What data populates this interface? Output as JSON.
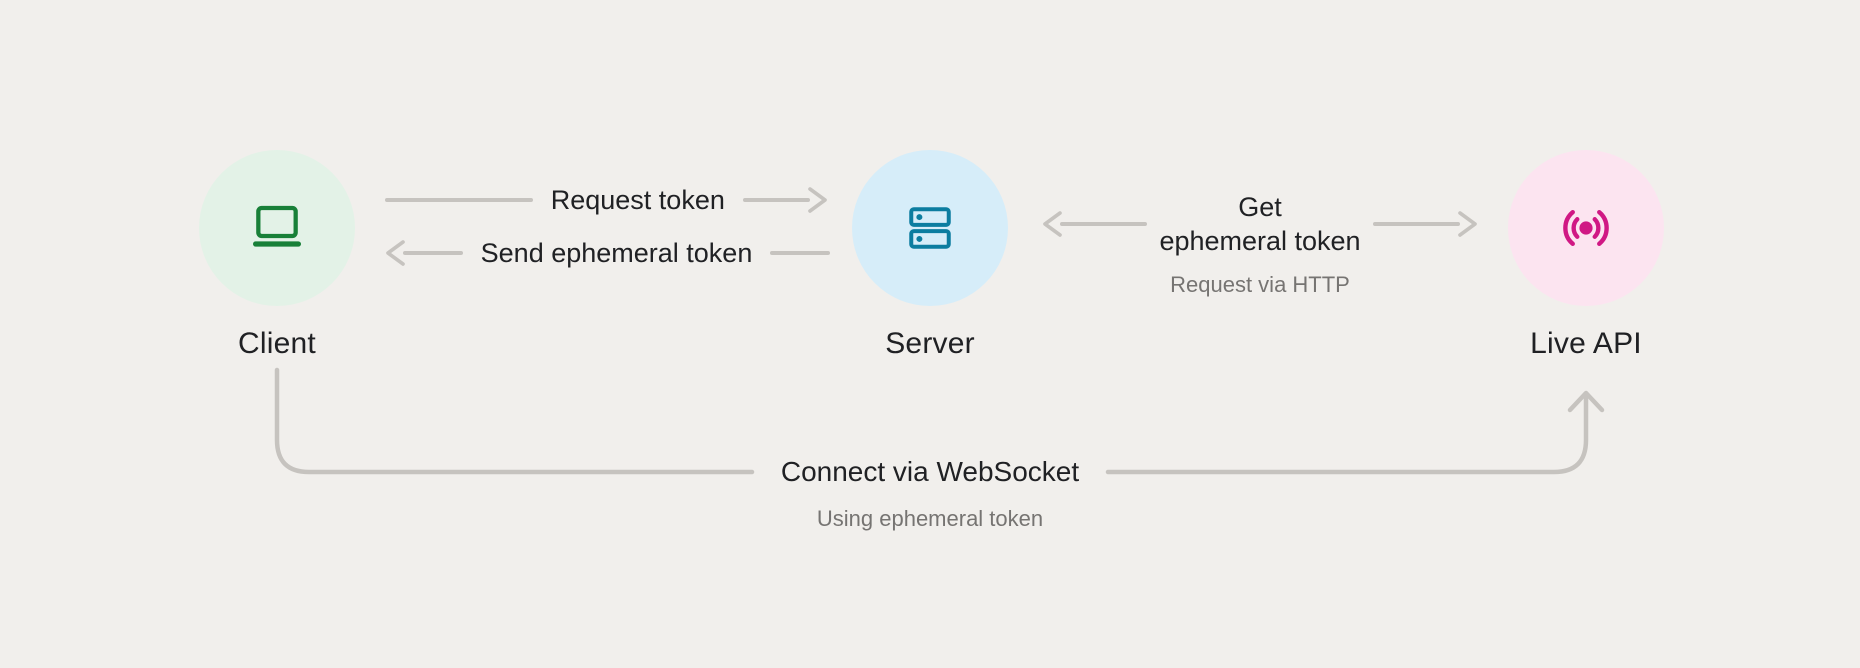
{
  "nodes": {
    "client": {
      "label": "Client",
      "icon": "laptop-icon"
    },
    "server": {
      "label": "Server",
      "icon": "server-icon"
    },
    "live_api": {
      "label": "Live API",
      "icon": "broadcast-icon"
    }
  },
  "edges": {
    "request_token": {
      "label": "Request token",
      "direction": "client-to-server"
    },
    "send_ephemeral_token": {
      "label": "Send ephemeral token",
      "direction": "server-to-client"
    },
    "get_ephemeral_token": {
      "label_line1": "Get",
      "label_line2": "ephemeral token",
      "sublabel": "Request via HTTP",
      "direction": "server-and-live-api"
    },
    "connect_websocket": {
      "label": "Connect via WebSocket",
      "sublabel": "Using ephemeral token",
      "direction": "client-to-live-api"
    }
  },
  "colors": {
    "background": "#f1efec",
    "arrow": "#c6c3bf",
    "label_text": "#202124",
    "sublabel_text": "#767472",
    "client_circle": "#e3f2e7",
    "client_icon": "#188038",
    "server_circle": "#d6edf9",
    "server_icon": "#0c7da0",
    "live_api_circle": "#fce4f0",
    "live_api_icon": "#d01884"
  }
}
